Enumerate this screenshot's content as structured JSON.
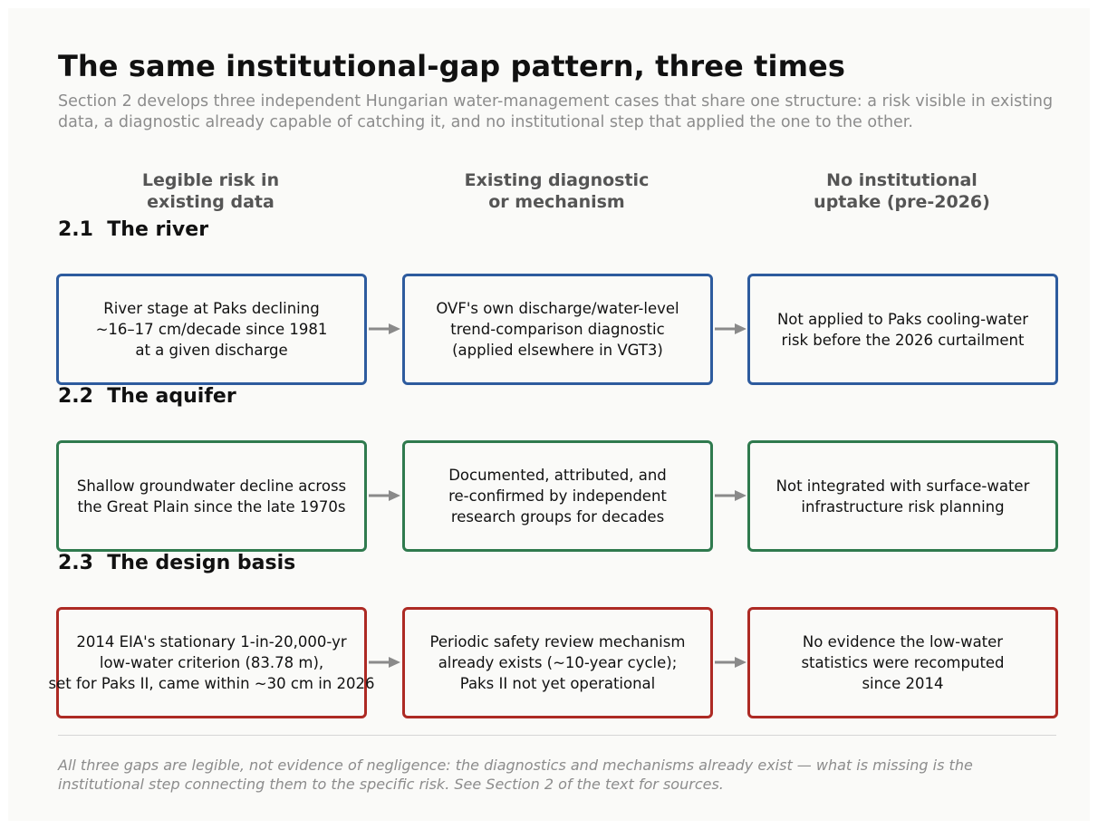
{
  "title": "The same institutional-gap pattern, three times",
  "subtitle": "Section 2 develops three independent Hungarian water-management cases that share one structure: a risk visible in existing data, a diagnostic already capable of catching it, and no institutional step that applied the one to the other.",
  "columns": [
    {
      "line1": "Legible risk in",
      "line2": "existing data"
    },
    {
      "line1": "Existing diagnostic",
      "line2": "or mechanism"
    },
    {
      "line1": "No institutional",
      "line2": "uptake (pre-2026)"
    }
  ],
  "cases": [
    {
      "label": "2.1  The river",
      "color": "#2d5b9e",
      "boxes": [
        [
          "River stage at Paks declining",
          "~16–17 cm/decade since 1981",
          "at a given discharge"
        ],
        [
          "OVF's own discharge/water-level",
          "trend-comparison diagnostic",
          "(applied elsewhere in VGT3)"
        ],
        [
          "Not applied to Paks cooling-water",
          "risk before the 2026 curtailment"
        ]
      ]
    },
    {
      "label": "2.2  The aquifer",
      "color": "#2f7a4e",
      "boxes": [
        [
          "Shallow groundwater decline across",
          "the Great Plain since the late 1970s"
        ],
        [
          "Documented, attributed, and",
          "re-confirmed by independent",
          "research groups for decades"
        ],
        [
          "Not integrated with surface-water",
          "infrastructure risk planning"
        ]
      ]
    },
    {
      "label": "2.3  The design basis",
      "color": "#ad2a24",
      "boxes": [
        [
          "2014 EIA's stationary 1-in-20,000-yr",
          "low-water criterion (83.78 m),",
          "set for Paks II, came within ~30 cm in 2026"
        ],
        [
          "Periodic safety review mechanism",
          "already exists (~10-year cycle);",
          "Paks II not yet operational"
        ],
        [
          "No evidence the low-water",
          "statistics were recomputed",
          "since 2014"
        ]
      ]
    }
  ],
  "arrow_color": "#8a8a8a",
  "footnote": "All three gaps are legible, not evidence of negligence: the diagnostics and mechanisms already exist — what is missing is the institutional step connecting them to the specific risk. See Section 2 of the text for sources."
}
